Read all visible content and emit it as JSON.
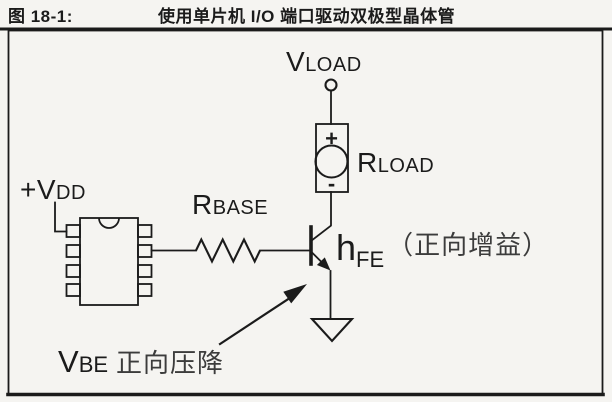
{
  "figure": {
    "label": "图 18-1:",
    "title": "使用单片机 I/O 端口驱动双极型晶体管"
  },
  "labels": {
    "vload": {
      "main": "V",
      "sub": "LOAD"
    },
    "rload": {
      "main": "R",
      "sub": "LOAD"
    },
    "rload_polarity": {
      "plus": "+",
      "minus": "-"
    },
    "vdd": {
      "main": "+V",
      "sub": "DD"
    },
    "rbase": {
      "main": "R",
      "sub": "BASE"
    },
    "hfe": {
      "main": "h",
      "sub": "FE",
      "note": "（正向增益）"
    },
    "vbe": {
      "main": "V",
      "sub": "BE",
      "note": "正向压降"
    }
  },
  "colors": {
    "ink": "#1b1b1b",
    "note_text": "#3c3c3c",
    "background": "#f5f4f1"
  }
}
